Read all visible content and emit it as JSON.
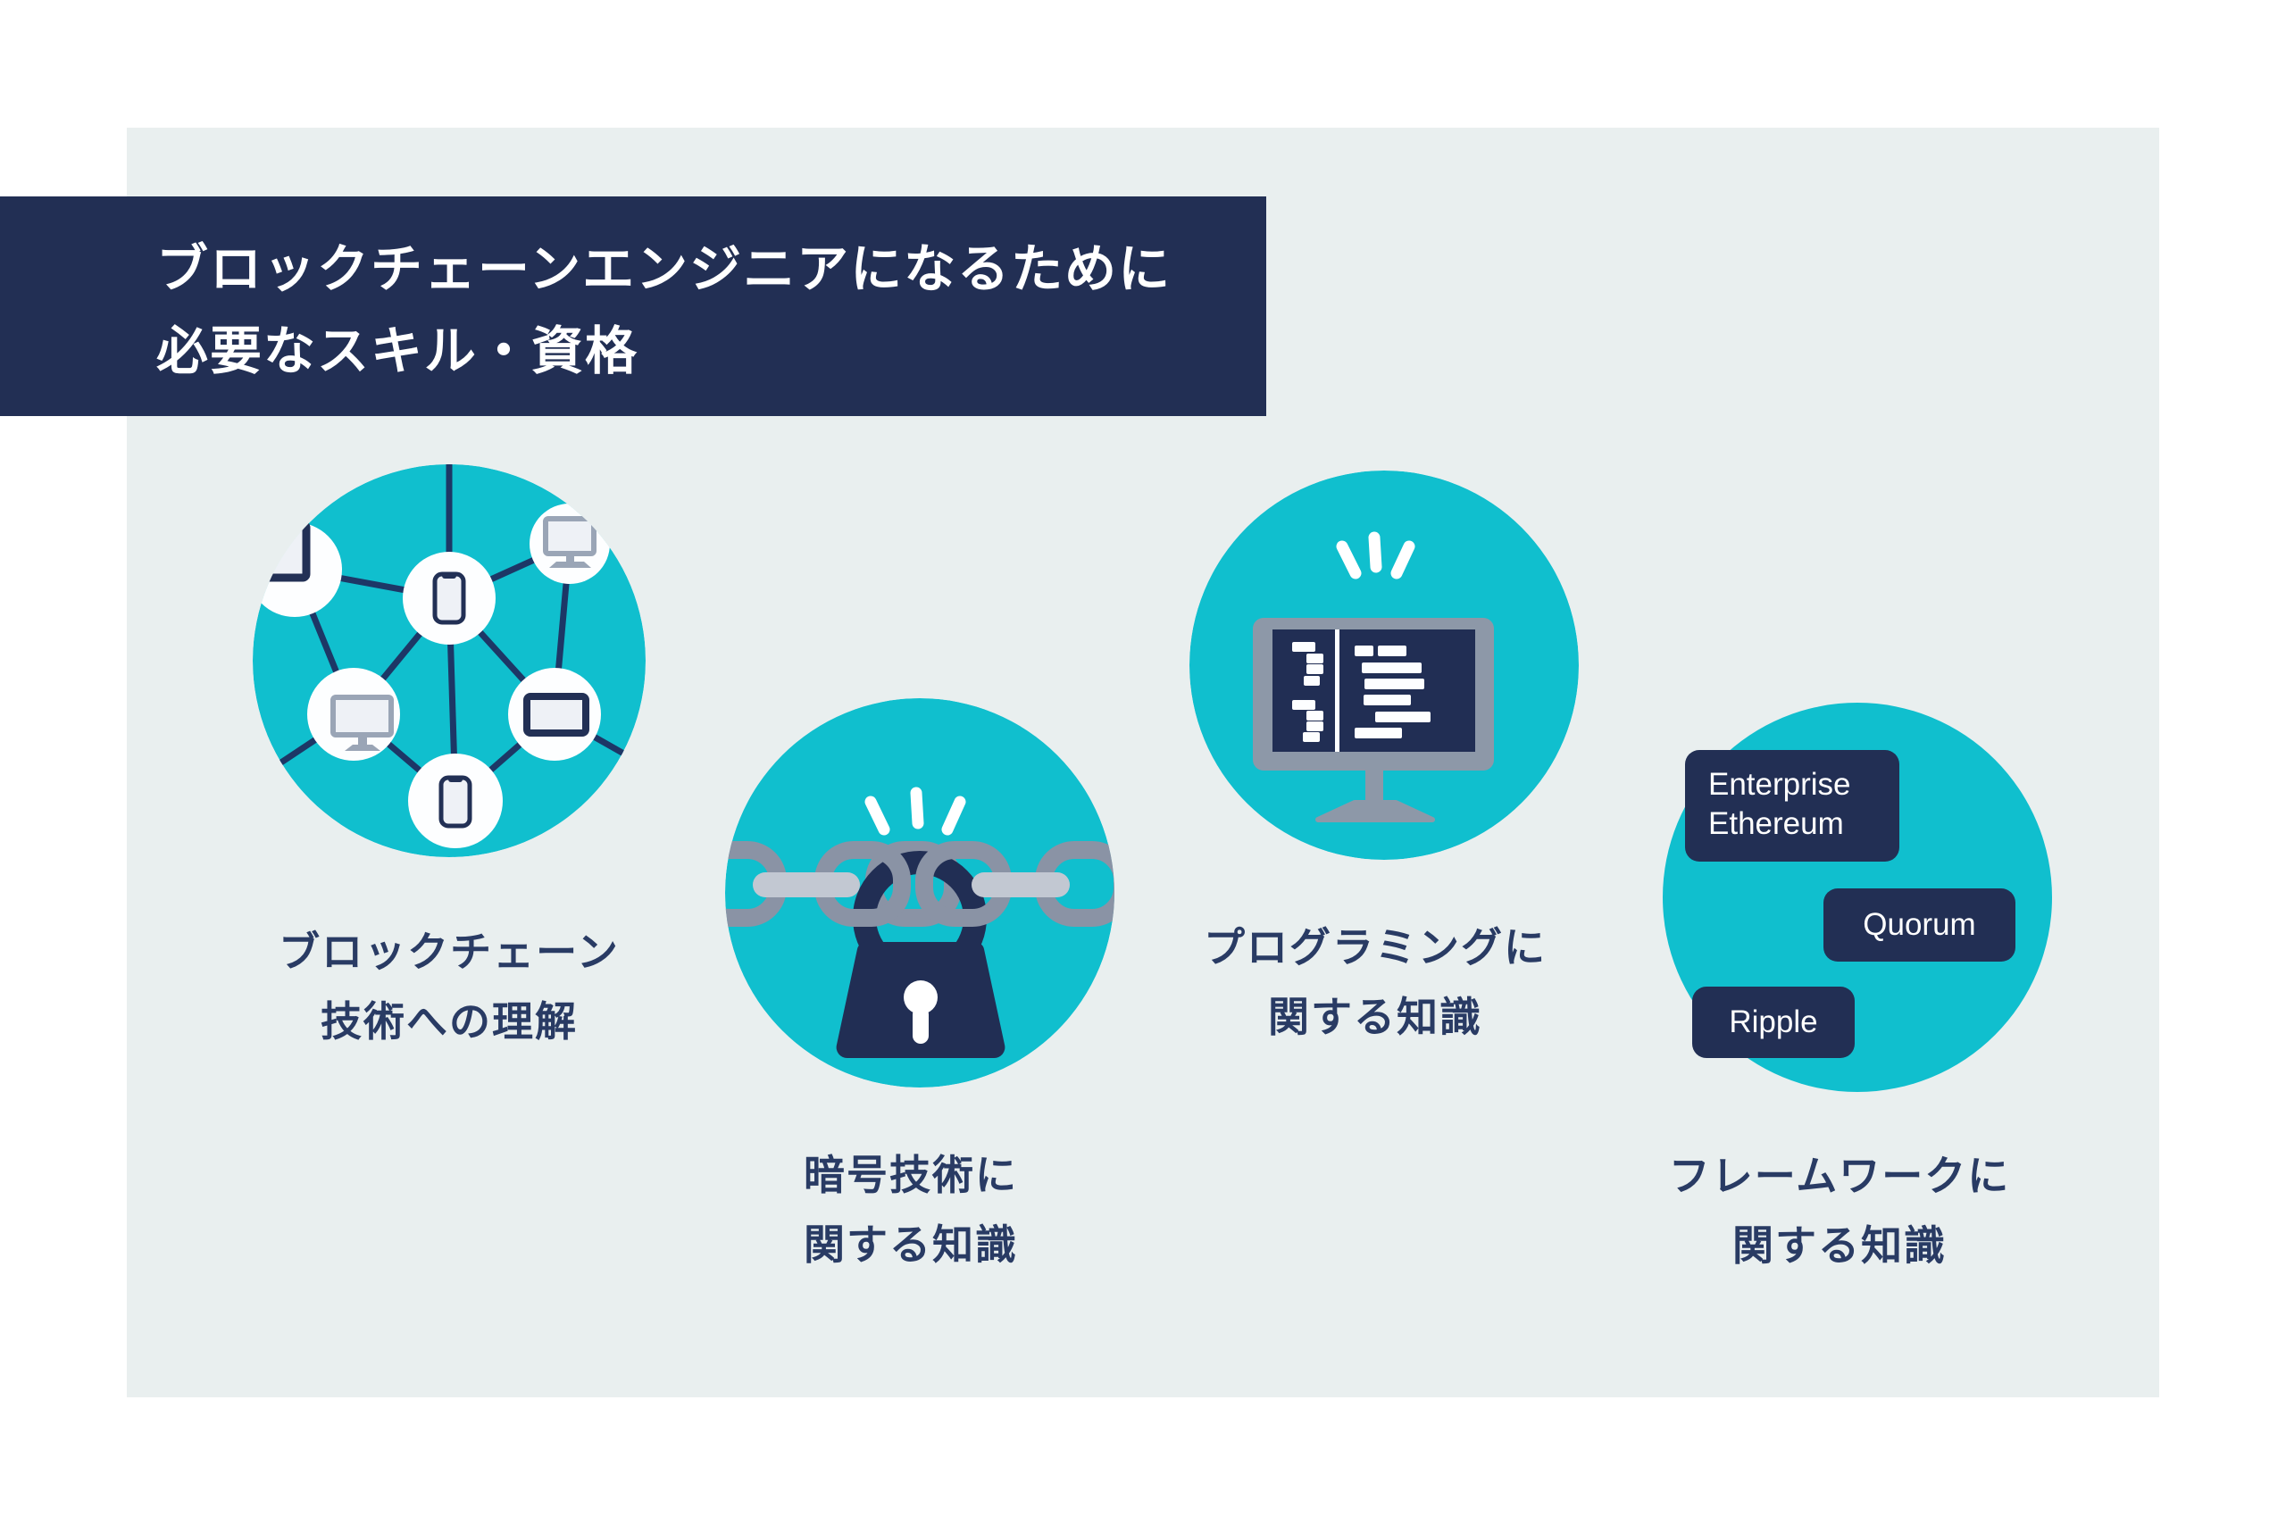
{
  "header": {
    "title_line1": "ブロックチェーンエンジニアになるために",
    "title_line2": "必要なスキル・資格"
  },
  "skills": [
    {
      "icon": "network-devices-icon",
      "label_line1": "ブロックチェーン",
      "label_line2": "技術への理解"
    },
    {
      "icon": "chain-padlock-icon",
      "label_line1": "暗号技術に",
      "label_line2": "関する知識"
    },
    {
      "icon": "code-monitor-icon",
      "label_line1": "プログラミングに",
      "label_line2": "関する知識"
    },
    {
      "icon": "framework-tags-icon",
      "label_line1": "フレームワークに",
      "label_line2": "関する知識",
      "tags": {
        "enterprise_line1": "Enterprise",
        "enterprise_line2": "Ethereum",
        "quorum": "Quorum",
        "ripple": "Ripple"
      }
    }
  ],
  "colors": {
    "teal": "#10bfce",
    "navy": "#222f54",
    "panel_background": "#e9efef",
    "network_line_navy": "#1d3766",
    "chain_dark_gray": "#8a93a5",
    "chain_light_gray": "#c2c8d2",
    "monitor_gray": "#8d98a8",
    "label_text": "#293b64",
    "spark_white": "#ffffff"
  }
}
